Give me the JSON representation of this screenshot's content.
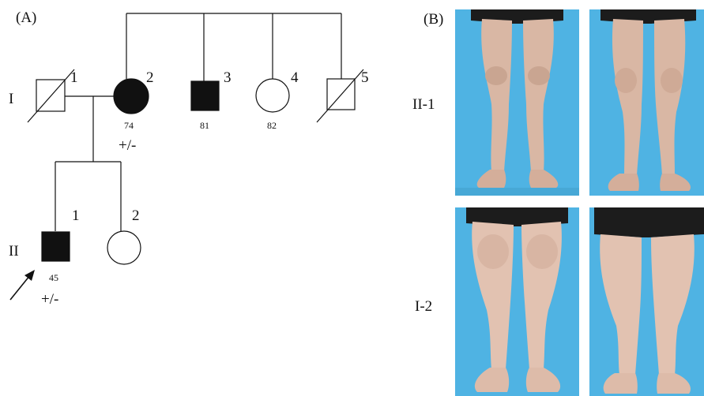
{
  "panel_a": {
    "label": "(A)",
    "generations": {
      "I": "I",
      "II": "II"
    },
    "individuals": {
      "I1": {
        "number": "1",
        "sex": "male",
        "affected": false,
        "deceased": true
      },
      "I2": {
        "number": "2",
        "sex": "female",
        "affected": true,
        "deceased": false,
        "age": "74",
        "genotype": "+/-"
      },
      "I3": {
        "number": "3",
        "sex": "male",
        "affected": true,
        "deceased": false,
        "age": "81"
      },
      "I4": {
        "number": "4",
        "sex": "female",
        "affected": false,
        "deceased": false,
        "age": "82"
      },
      "I5": {
        "number": "5",
        "sex": "male",
        "affected": false,
        "deceased": true
      },
      "II1": {
        "number": "1",
        "sex": "male",
        "affected": true,
        "proband": true,
        "age": "45",
        "genotype": "+/-"
      },
      "II2": {
        "number": "2",
        "sex": "female",
        "affected": false
      }
    }
  },
  "panel_b": {
    "label": "(B)",
    "rows": [
      {
        "label": "II-1",
        "photos": [
          "front view of lower legs",
          "back view of lower legs"
        ]
      },
      {
        "label": "I-2",
        "photos": [
          "front view of lower legs",
          "back view of lower legs"
        ]
      }
    ],
    "colors": {
      "background": "#4fb3e3",
      "skin_row1": "#d9b7a4",
      "skin_row2": "#e2c2b1",
      "shorts": "#1c1c1c"
    }
  }
}
